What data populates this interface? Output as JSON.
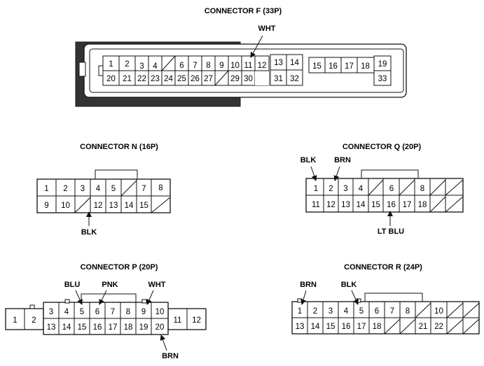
{
  "connector_f": {
    "title": "CONNECTOR F (33P)",
    "wire": "WHT",
    "cells": [
      "1",
      "2",
      "3",
      "4",
      "6",
      "7",
      "8",
      "9",
      "10",
      "11",
      "12",
      "13",
      "14",
      "15",
      "16",
      "17",
      "18",
      "19",
      "20",
      "21",
      "22",
      "23",
      "24",
      "25",
      "26",
      "27",
      "29",
      "30",
      "31",
      "32",
      "33"
    ]
  },
  "connector_n": {
    "title": "CONNECTOR N (16P)",
    "wire": "BLK",
    "cells": [
      "1",
      "2",
      "3",
      "4",
      "5",
      "7",
      "8",
      "9",
      "10",
      "12",
      "13",
      "14",
      "15"
    ]
  },
  "connector_q": {
    "title": "CONNECTOR Q (20P)",
    "wires": [
      "BLK",
      "BRN",
      "LT BLU"
    ],
    "cells": [
      "1",
      "2",
      "3",
      "4",
      "6",
      "8",
      "11",
      "12",
      "13",
      "14",
      "15",
      "16",
      "17",
      "18"
    ]
  },
  "connector_p": {
    "title": "CONNECTOR P (20P)",
    "wires": [
      "BLU",
      "PNK",
      "WHT",
      "BRN"
    ],
    "cells": [
      "1",
      "2",
      "3",
      "4",
      "5",
      "6",
      "7",
      "8",
      "9",
      "10",
      "11",
      "12",
      "13",
      "14",
      "15",
      "16",
      "17",
      "18",
      "19",
      "20"
    ]
  },
  "connector_r": {
    "title": "CONNECTOR R (24P)",
    "wires": [
      "BRN",
      "BLK"
    ],
    "cells": [
      "1",
      "2",
      "3",
      "4",
      "5",
      "6",
      "7",
      "8",
      "10",
      "13",
      "14",
      "15",
      "16",
      "17",
      "18",
      "21",
      "22"
    ]
  }
}
